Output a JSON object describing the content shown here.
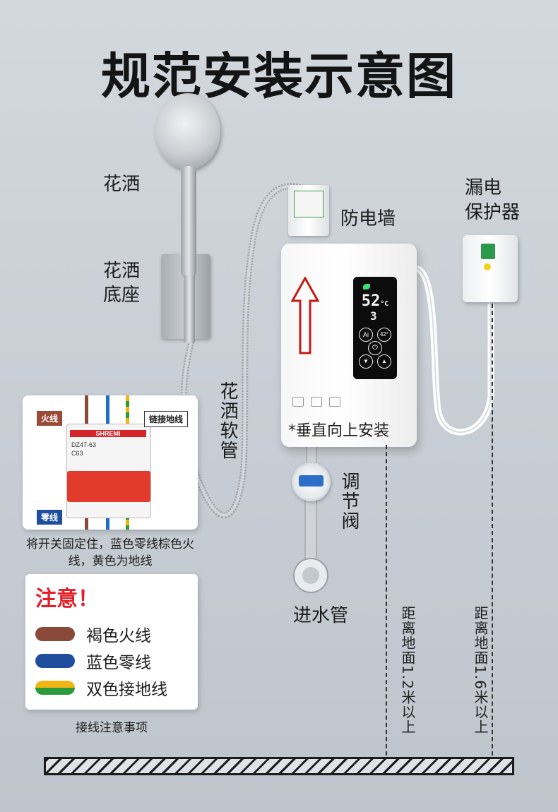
{
  "title": "规范安装示意图",
  "labels": {
    "showerhead": "花洒",
    "showerhead_base_1": "花洒",
    "showerhead_base_2": "底座",
    "hose": "花洒软管",
    "anti_shock_wall": "防电墙",
    "leakage_protector_1": "漏电",
    "leakage_protector_2": "保护器",
    "install_note": "*垂直向上安装",
    "valve": "调节阀",
    "inlet_pipe": "进水管",
    "height_1": "距离地面1.2米以上",
    "height_2": "距离地面1.6米以上"
  },
  "heater": {
    "temperature": "52",
    "temp_unit": "°C",
    "sub_value": "3",
    "btn_ai": "Ai",
    "btn_temp": "42°",
    "btn_power": "⏻",
    "btn_down": "▼",
    "btn_up": "▲"
  },
  "breaker_panel": {
    "live_tag": "火线",
    "ground_tag": "链接地线",
    "neutral_tag": "零线",
    "brand": "SHREMI",
    "model": "DZ47-63",
    "rating": "C63",
    "caption": "将开关固定住，蓝色零线棕色火线，黄色为地线"
  },
  "notice": {
    "title": "注意！",
    "items": [
      {
        "text": "褐色火线",
        "color": "#8a4a3a"
      },
      {
        "text": "蓝色零线",
        "color": "#1f4f9c"
      },
      {
        "text": "双色接地线",
        "color": "#f2b614",
        "stripe": "#2a9a3a"
      }
    ],
    "caption": "接线注意事项"
  },
  "colors": {
    "accent_red": "#e3202a",
    "arrow_red": "#c41a16",
    "display_green": "#3ddc7a",
    "display_white": "#f5f5f5"
  }
}
